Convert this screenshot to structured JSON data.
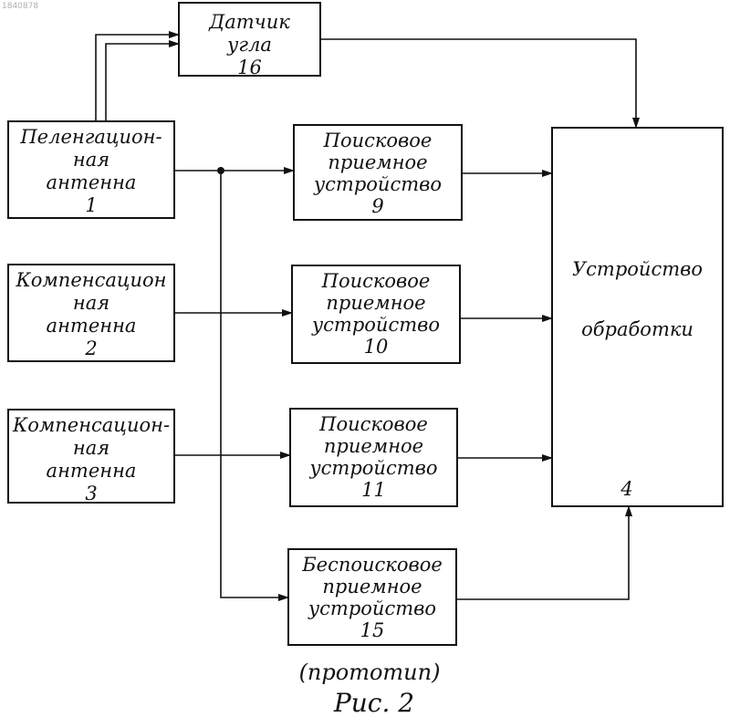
{
  "doc_id": "1840878",
  "blocks": [
    {
      "id": "angle_sensor",
      "lines": [
        "Датчик",
        "угла",
        "16"
      ]
    },
    {
      "id": "df_antenna",
      "lines": [
        "Пеленгацион-",
        "ная",
        "антенна",
        "1"
      ]
    },
    {
      "id": "comp_antenna_2",
      "lines": [
        "Компенсацион",
        "ная",
        "антенна",
        "2"
      ]
    },
    {
      "id": "comp_antenna_3",
      "lines": [
        "Компенсацион-",
        "ная",
        "антенна",
        "3"
      ]
    },
    {
      "id": "search_receiver_9",
      "lines": [
        "Поисковое",
        "приемное",
        "устройство",
        "9"
      ]
    },
    {
      "id": "search_receiver_10",
      "lines": [
        "Поисковое",
        "приемное",
        "устройство",
        "10"
      ]
    },
    {
      "id": "search_receiver_11",
      "lines": [
        "Поисковое",
        "приемное",
        "устройство",
        "11"
      ]
    },
    {
      "id": "nonsearch_receiver_15",
      "lines": [
        "Беспоисковое",
        "приемное",
        "устройство",
        "15"
      ]
    },
    {
      "id": "processing_unit",
      "lines": [
        "Устройство",
        "обработки",
        "4"
      ]
    }
  ],
  "edges": [
    {
      "from": "df_antenna",
      "to": "angle_sensor"
    },
    {
      "from": "angle_sensor",
      "to": "processing_unit"
    },
    {
      "from": "df_antenna",
      "to": "search_receiver_9"
    },
    {
      "from": "df_antenna",
      "to": "nonsearch_receiver_15"
    },
    {
      "from": "comp_antenna_2",
      "to": "search_receiver_10"
    },
    {
      "from": "comp_antenna_3",
      "to": "search_receiver_11"
    },
    {
      "from": "search_receiver_9",
      "to": "processing_unit"
    },
    {
      "from": "search_receiver_10",
      "to": "processing_unit"
    },
    {
      "from": "search_receiver_11",
      "to": "processing_unit"
    },
    {
      "from": "nonsearch_receiver_15",
      "to": "processing_unit"
    }
  ],
  "prototype_note": "(прототип)",
  "figure_caption": "Рис. 2"
}
